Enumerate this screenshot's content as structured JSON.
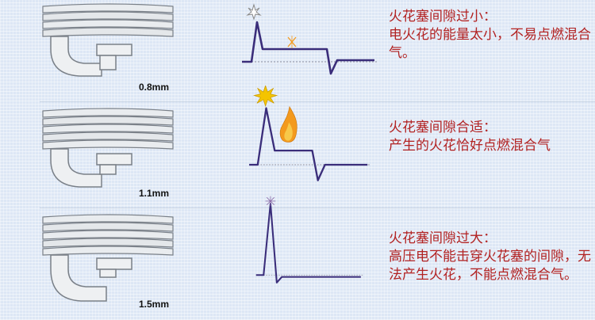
{
  "panels": [
    {
      "gap_label": "0.8mm",
      "title": "火花塞间隙过小：",
      "description": "电火花的能量太小，不易点燃混合气。"
    },
    {
      "gap_label": "1.1mm",
      "title": "火花塞间隙合适：",
      "description": "产生的火花恰好点燃混合气"
    },
    {
      "gap_label": "1.5mm",
      "title": "火花塞间隙过大：",
      "description": "高压电不能击穿火花塞的间隙，无法产生火花，不能点燃混合气。"
    }
  ],
  "colors": {
    "waveform": "#3a2d7a",
    "text": "#b22222",
    "spark_yellow": "#f4c400",
    "flame_orange": "#f39a1e"
  }
}
